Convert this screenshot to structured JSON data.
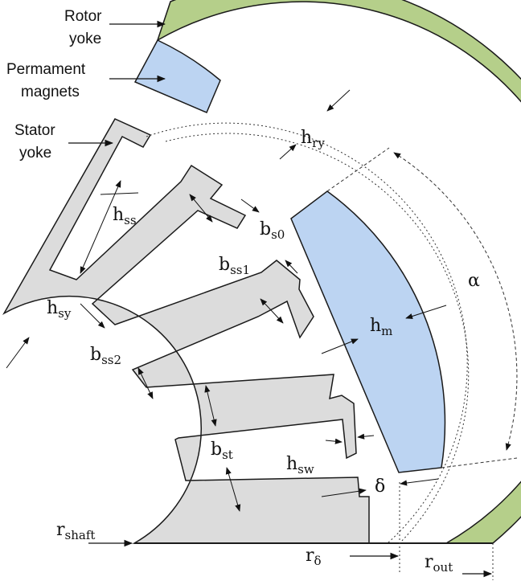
{
  "labels": {
    "rotor_yoke_1": "Rotor",
    "rotor_yoke_2": "yoke",
    "magnets_1": "Permament",
    "magnets_2": "magnets",
    "stator_yoke_1": "Stator",
    "stator_yoke_2": "yoke"
  },
  "symbols": {
    "h_ry": {
      "base": "h",
      "sub": "ry"
    },
    "h_ss": {
      "base": "h",
      "sub": "ss"
    },
    "b_s0": {
      "base": "b",
      "sub": "s0"
    },
    "b_ss1": {
      "base": "b",
      "sub": "ss1"
    },
    "h_sy": {
      "base": "h",
      "sub": "sy"
    },
    "h_m": {
      "base": "h",
      "sub": "m"
    },
    "alpha": "α",
    "b_ss2": {
      "base": "b",
      "sub": "ss2"
    },
    "b_st": {
      "base": "b",
      "sub": "st"
    },
    "h_sw": {
      "base": "h",
      "sub": "sw"
    },
    "delta": "δ",
    "r_shaft": {
      "base": "r",
      "sub": "shaft"
    },
    "r_delta": {
      "base": "r",
      "sub": "δ"
    },
    "r_out": {
      "base": "r",
      "sub": "out"
    }
  },
  "colors": {
    "rotor_yoke": "#b5cf8a",
    "magnet": "#bcd4f2",
    "stator": "#dcdcdc",
    "outline": "#1a1a1a"
  }
}
